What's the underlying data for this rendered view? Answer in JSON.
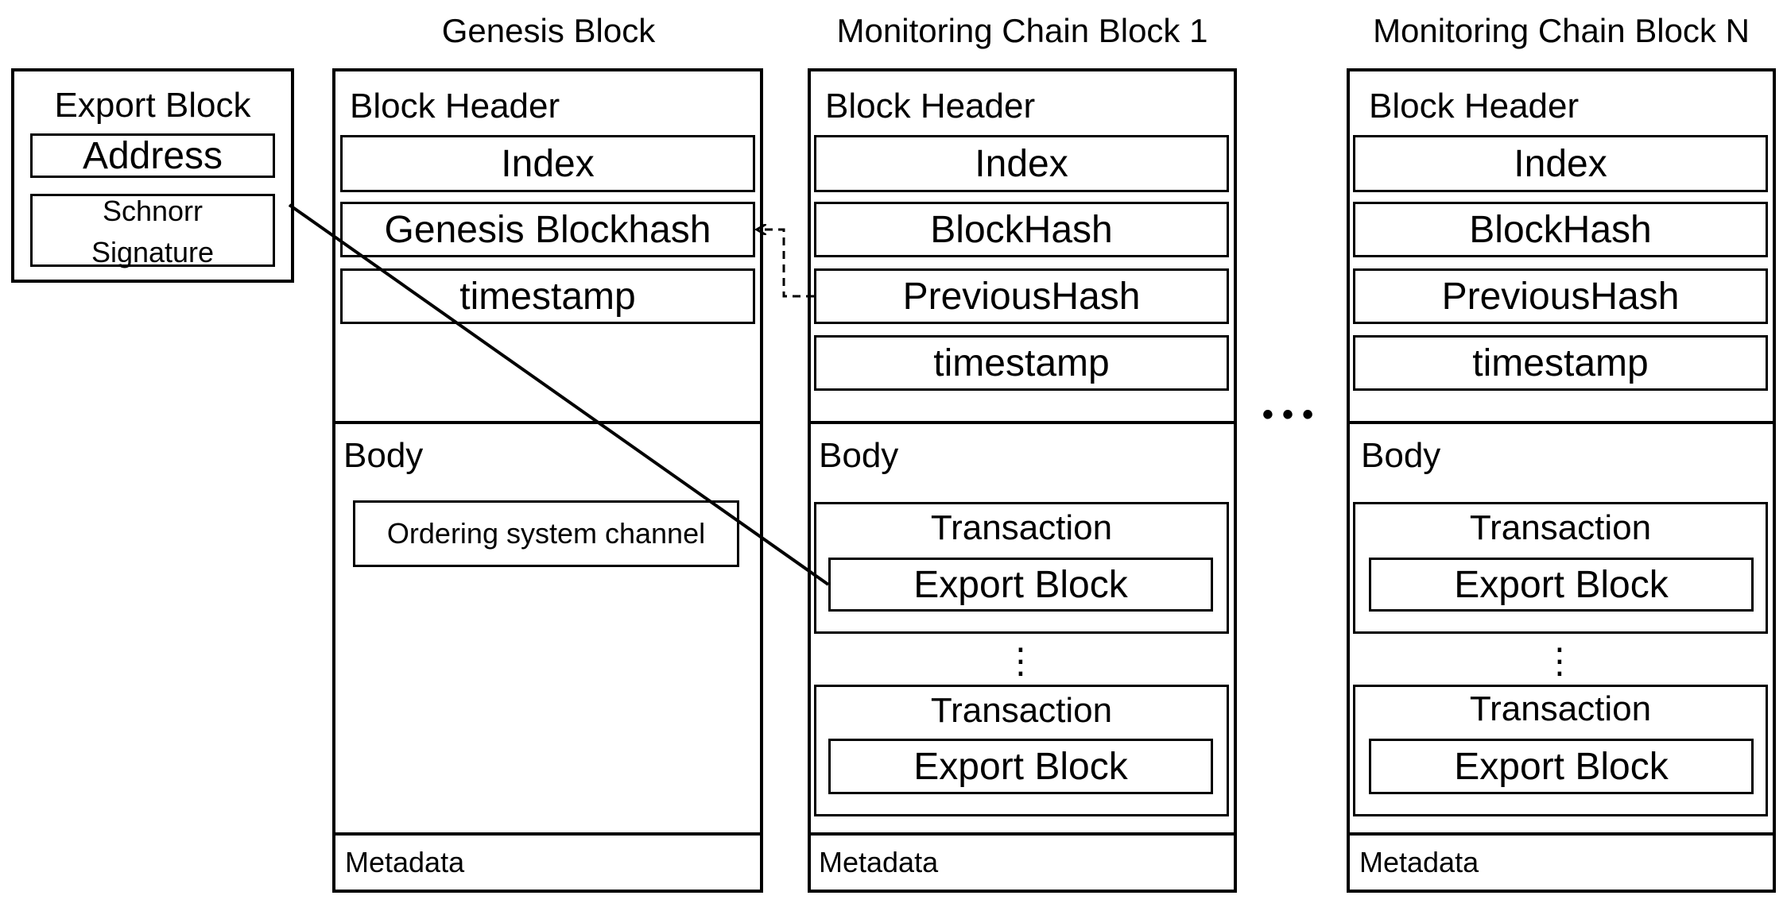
{
  "export_block": {
    "title": "Export Block",
    "address": "Address",
    "signature_line1": "Schnorr",
    "signature_line2": "Signature"
  },
  "genesis": {
    "title": "Genesis Block",
    "header_label": "Block Header",
    "fields": [
      "Index",
      "Genesis Blockhash",
      "timestamp"
    ],
    "body_label": "Body",
    "body_item": "Ordering system channel",
    "metadata_label": "Metadata"
  },
  "monitor1": {
    "title": "Monitoring Chain Block 1",
    "header_label": "Block Header",
    "fields": [
      "Index",
      "BlockHash",
      "PreviousHash",
      "timestamp"
    ],
    "body_label": "Body",
    "transaction_label": "Transaction",
    "export_label": "Export Block",
    "vellipsis": "⋮",
    "metadata_label": "Metadata"
  },
  "monitorN": {
    "title": "Monitoring Chain Block N",
    "header_label": "Block Header",
    "fields": [
      "Index",
      "BlockHash",
      "PreviousHash",
      "timestamp"
    ],
    "body_label": "Body",
    "transaction_label": "Transaction",
    "export_label": "Export Block",
    "vellipsis": "⋮",
    "metadata_label": "Metadata"
  },
  "between_ellipsis": "• • •",
  "colors": {
    "stroke": "#000000",
    "background": "#ffffff"
  }
}
